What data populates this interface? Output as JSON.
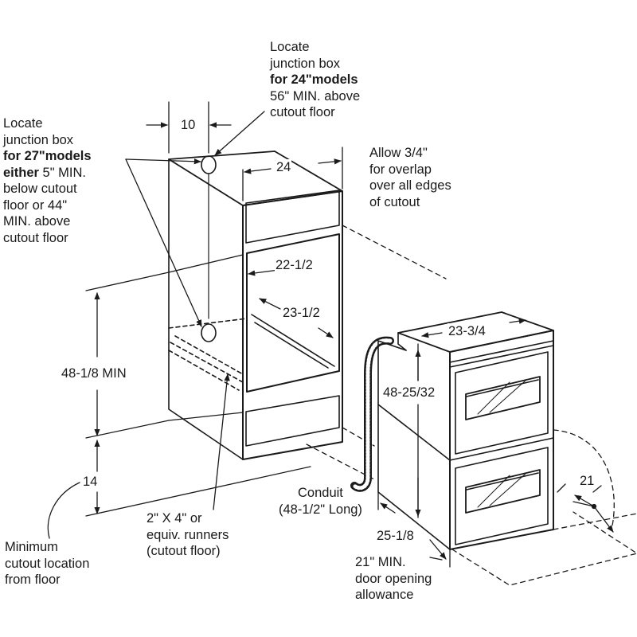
{
  "colors": {
    "line": "#1a1a1a",
    "background": "#ffffff"
  },
  "notes": {
    "junction_24": {
      "line1": "Locate",
      "line2": "junction box",
      "line3": "for 24\"models",
      "line4": "56\" MIN. above",
      "line5": "cutout floor"
    },
    "junction_27": {
      "line1": "Locate",
      "line2": "junction box",
      "line3_bold": "for 27\"models",
      "line4_bold": "either",
      "line4_rest": " 5\" MIN.",
      "line5": "below cutout",
      "line6": "floor or 44\"",
      "line7": "MIN. above",
      "line8": "cutout floor"
    },
    "overlap": {
      "line1": "Allow 3/4\"",
      "line2": "for overlap",
      "line3": "over all edges",
      "line4": "of cutout"
    },
    "min_location": {
      "line1": "Minimum",
      "line2": "cutout location",
      "line3": "from floor"
    },
    "runners": {
      "line1": "2\" X 4\" or",
      "line2": "equiv. runners",
      "line3": "(cutout floor)"
    },
    "conduit": {
      "line1": "Conduit",
      "line2": "(48-1/2\" Long)"
    },
    "door_allowance": {
      "line1": "21\" MIN.",
      "line2": "door opening",
      "line3": "allowance"
    }
  },
  "dimensions": {
    "offset_10": "10",
    "width_24": "24",
    "cutout_width": "22-1/2",
    "cutout_depth": "23-1/2",
    "cutout_height": "48-1/8 MIN",
    "floor_height": "14",
    "oven_width": "23-3/4",
    "oven_height": "48-25/32",
    "oven_depth": "25-1/8",
    "door_21": "21"
  }
}
